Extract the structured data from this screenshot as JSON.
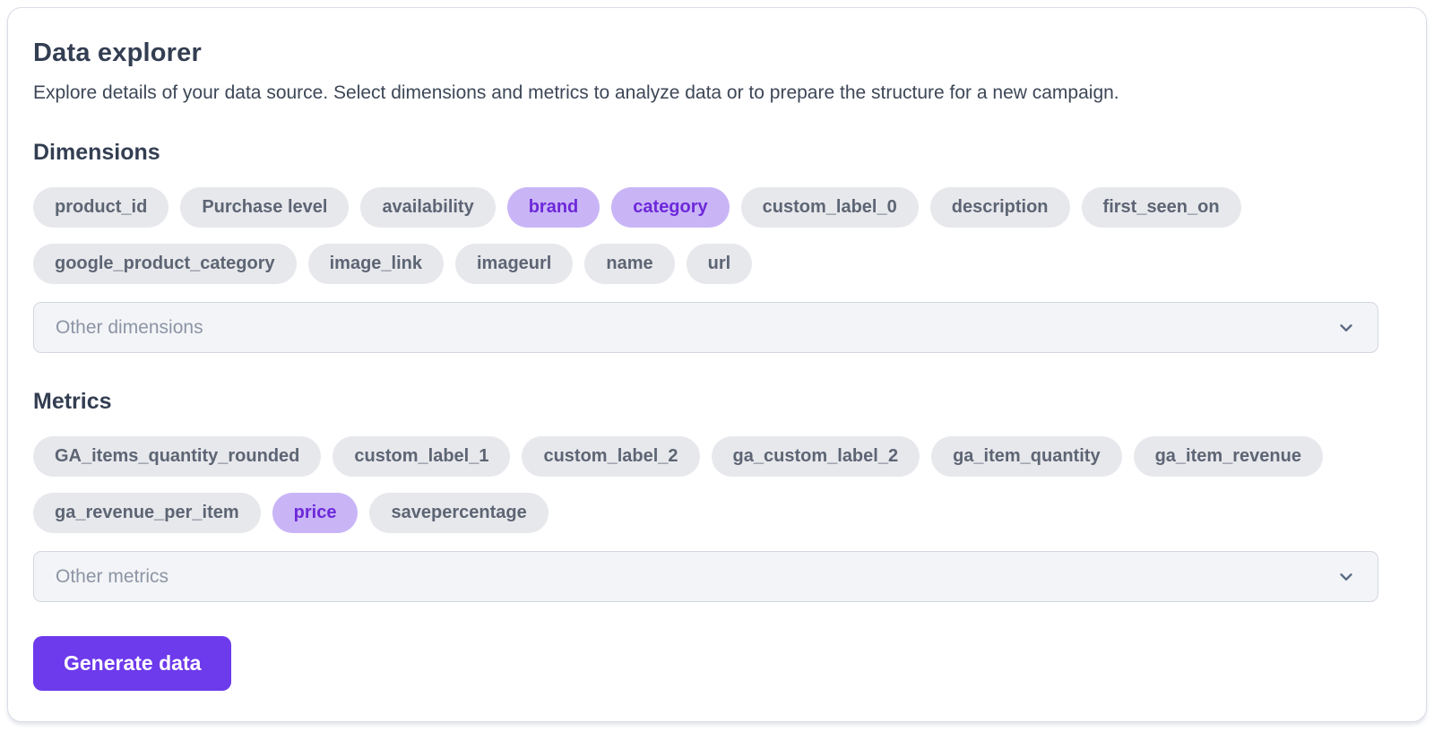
{
  "header": {
    "title": "Data explorer",
    "description": "Explore details of your data source. Select dimensions and metrics to analyze data or to prepare the structure for a new campaign."
  },
  "dimensions": {
    "heading": "Dimensions",
    "chips": [
      {
        "label": "product_id",
        "selected": false
      },
      {
        "label": "Purchase level",
        "selected": false
      },
      {
        "label": "availability",
        "selected": false
      },
      {
        "label": "brand",
        "selected": true
      },
      {
        "label": "category",
        "selected": true
      },
      {
        "label": "custom_label_0",
        "selected": false
      },
      {
        "label": "description",
        "selected": false
      },
      {
        "label": "first_seen_on",
        "selected": false
      },
      {
        "label": "google_product_category",
        "selected": false
      },
      {
        "label": "image_link",
        "selected": false
      },
      {
        "label": "imageurl",
        "selected": false
      },
      {
        "label": "name",
        "selected": false
      },
      {
        "label": "url",
        "selected": false
      }
    ],
    "dropdown_placeholder": "Other dimensions"
  },
  "metrics": {
    "heading": "Metrics",
    "chips": [
      {
        "label": "GA_items_quantity_rounded",
        "selected": false
      },
      {
        "label": "custom_label_1",
        "selected": false
      },
      {
        "label": "custom_label_2",
        "selected": false
      },
      {
        "label": "ga_custom_label_2",
        "selected": false
      },
      {
        "label": "ga_item_quantity",
        "selected": false
      },
      {
        "label": "ga_item_revenue",
        "selected": false
      },
      {
        "label": "ga_revenue_per_item",
        "selected": false
      },
      {
        "label": "price",
        "selected": true
      },
      {
        "label": "savepercentage",
        "selected": false
      }
    ],
    "dropdown_placeholder": "Other metrics"
  },
  "actions": {
    "generate_label": "Generate data"
  },
  "colors": {
    "accent": "#6d3aec",
    "chip_bg": "#e7e8ec",
    "chip_text": "#5d6574",
    "chip_selected_bg": "#c9b5f6",
    "chip_selected_text": "#6d28d9",
    "heading_text": "#333e52"
  }
}
